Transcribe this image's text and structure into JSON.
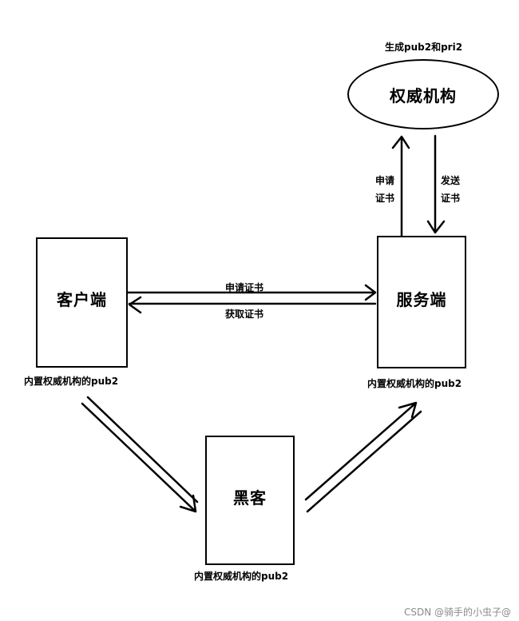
{
  "top_label": "生成pub2和pri2",
  "nodes": {
    "authority": "权威机构",
    "client": "客户端",
    "server": "服务端",
    "hacker": "黑客"
  },
  "edge_labels": {
    "apply_cert_vertical_line1": "申请",
    "apply_cert_vertical_line2": "证书",
    "send_cert_vertical_line1": "发送",
    "send_cert_vertical_line2": "证书",
    "apply_cert": "申请证书",
    "get_cert": "获取证书"
  },
  "captions": {
    "client": "内置权威机构的pub2",
    "server": "内置权威机构的pub2",
    "hacker": "内置权威机构的pub2"
  },
  "watermark": "CSDN @骑手的小虫子@"
}
